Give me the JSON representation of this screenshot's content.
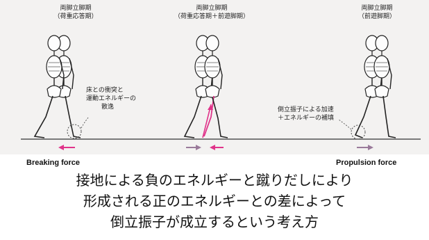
{
  "figure": {
    "phases": [
      {
        "title": "両脚立脚期",
        "subtitle": "（荷重応答期）"
      },
      {
        "title": "両脚立脚期",
        "subtitle": "（荷重応答期＋前遊脚期）"
      },
      {
        "title": "両脚立脚期",
        "subtitle": "（前遊脚期）"
      }
    ],
    "annotation_left": [
      "床との衝突と",
      "運動エネルギーの",
      "散逸"
    ],
    "annotation_right": [
      "倒立振子による加速",
      "＋エネルギーの補填"
    ],
    "arrow_color": "#e0348a",
    "arrow_color_gray": "#9a7a9a"
  },
  "forces": {
    "breaking": "Breaking force",
    "propulsion": "Propulsion force"
  },
  "caption": {
    "line1": "接地による負のエネルギーと蹴りだしにより",
    "line2": "形成される正のエネルギーとの差によって",
    "line3": "倒立振子が成立するという考え方"
  }
}
